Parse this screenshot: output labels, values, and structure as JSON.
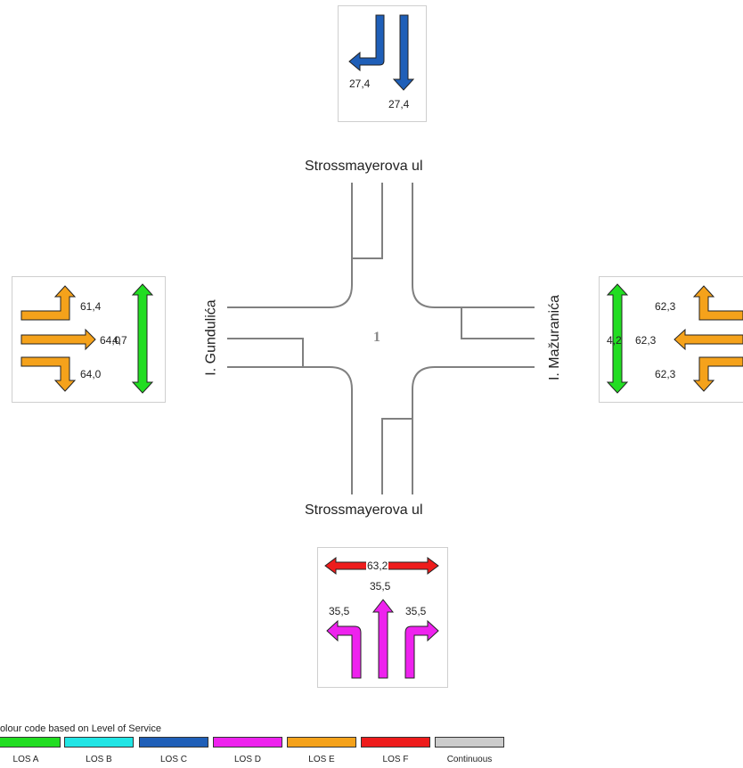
{
  "colors": {
    "los_a": "#22dd22",
    "los_b": "#22e5e5",
    "los_c": "#1f5fb8",
    "los_d": "#ee22ee",
    "los_e": "#f5a21b",
    "los_f": "#ee1c1c",
    "continuous": "#cccccc",
    "road": "#808080"
  },
  "roads": {
    "north": "Strossmayerova ul",
    "south": "Strossmayerova ul",
    "west": "I. Gundulića",
    "east": "I. Mažuranića"
  },
  "intersection": {
    "id": "1"
  },
  "approaches": {
    "north": {
      "left_value": "27,4",
      "through_value": "27,4"
    },
    "west": {
      "left_value": "61,4",
      "through_value": "64,0",
      "right_value": "64,0",
      "ped_value": "4,7"
    },
    "east": {
      "left_value": "62,3",
      "through_value": "62,3",
      "right_value": "62,3",
      "ped_value": "4,2"
    },
    "south": {
      "ped_value": "63,2",
      "through_value": "35,5",
      "left_value": "35,5",
      "right_value": "35,5"
    }
  },
  "legend": {
    "title": "Colour code based on Level of Service",
    "items": [
      {
        "label": "LOS A",
        "color_key": "los_a"
      },
      {
        "label": "LOS B",
        "color_key": "los_b"
      },
      {
        "label": "LOS C",
        "color_key": "los_c"
      },
      {
        "label": "LOS D",
        "color_key": "los_d"
      },
      {
        "label": "LOS E",
        "color_key": "los_e"
      },
      {
        "label": "LOS F",
        "color_key": "los_f"
      },
      {
        "label": "Continuous",
        "color_key": "continuous"
      }
    ]
  }
}
